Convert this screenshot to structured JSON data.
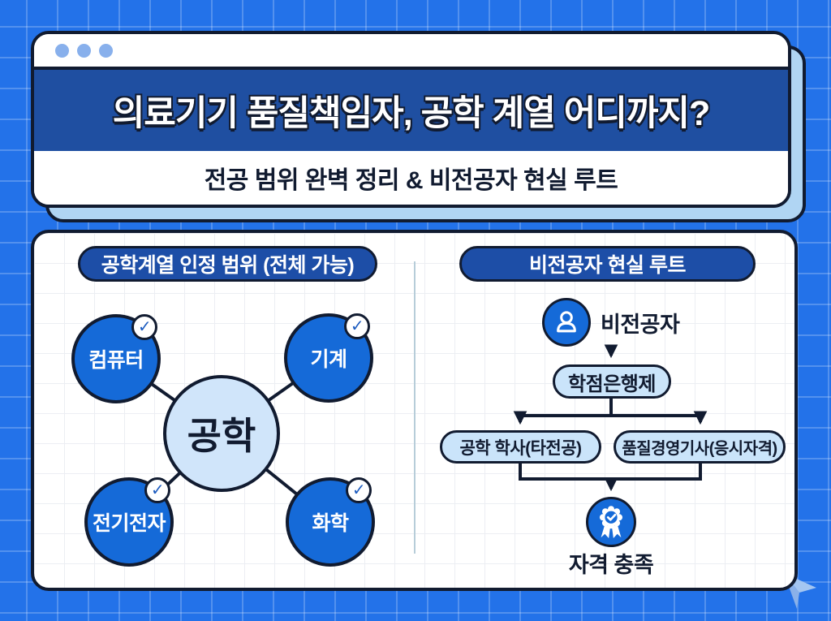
{
  "header": {
    "title": "의료기기 품질책임자, 공학 계열 어디까지?",
    "subtitle": "전공 범위 완벽 정리 & 비전공자 현실 루트"
  },
  "left_section": {
    "title": "공학계열 인정 범위 (전체 가능)",
    "center_label": "공학",
    "check_glyph": "✓",
    "nodes": [
      {
        "label": "컴퓨터",
        "checked": true
      },
      {
        "label": "기계",
        "checked": true
      },
      {
        "label": "전기전자",
        "checked": true
      },
      {
        "label": "화학",
        "checked": true
      }
    ]
  },
  "right_section": {
    "title": "비전공자 현실 루트",
    "actor_label": "비전공자",
    "step1_label": "학점은행제",
    "branch_left_label": "공학 학사(타전공)",
    "branch_right_label": "품질경영기사(응시자격)",
    "result_label": "자격 충족"
  },
  "icons": {
    "window_dots": "window-control-dots",
    "person": "person-silhouette",
    "award": "medal-ribbon-check",
    "check": "checkmark",
    "cursor": "cursor-arrow"
  },
  "colors": {
    "background": "#2372e9",
    "ink": "#111b30",
    "title_band": "#1f4fa1",
    "header_pill": "#1d4ea7",
    "accent_blue": "#156ad8",
    "light_blue": "#cae4fa",
    "hub_blue": "#d0e5fa",
    "shadow_card": "#b0d5f3",
    "check_blue": "#1d5cc0"
  }
}
